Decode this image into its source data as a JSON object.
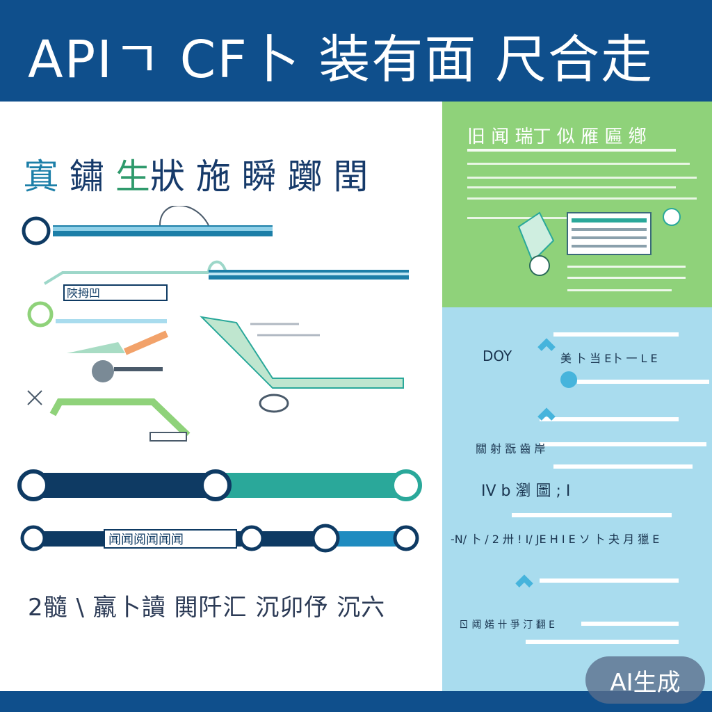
{
  "header": {
    "title": "APIㄱ CF卜 装有面 尺合走"
  },
  "left_panel": {
    "heading": {
      "part1": "寘 ",
      "part2": "鏽 ",
      "part3": "生",
      "part4": "狀 施 瞬 躑 閏"
    },
    "label_box": "陜拇凹",
    "row_labels": [
      "闻闻阅闻闻闻"
    ],
    "footer_text": "2髓 \\ 羸卜讀 閧阡汇 沉卯伃 沉六"
  },
  "right_top": {
    "title": "旧 闻  瑞丁  似 雁 匾 鄕"
  },
  "right_bottom": {
    "items": [
      {
        "label": "DOY",
        "trailing": "美 卜 当 E卜 一 L E"
      },
      {
        "label": "關 射 翫 齒 岸"
      },
      {
        "label": "IV  b 瀏 圖 ; I"
      },
      {
        "label": "-N/ 卜 / 2 卅 ! I/ JE H I E ソ 卜 夬 月 獵 E"
      },
      {
        "label": "ㄖ 阈 婼 卄 爭 汀 翻 E"
      }
    ]
  },
  "badge": {
    "label": "AI生成"
  },
  "colors": {
    "header": "#0f4f8c",
    "navy": "#0e3a63",
    "teal": "#2aa89a",
    "blue": "#1f8cc0",
    "green_panel": "#8fd27a",
    "light_blue_panel": "#a9dcee"
  }
}
